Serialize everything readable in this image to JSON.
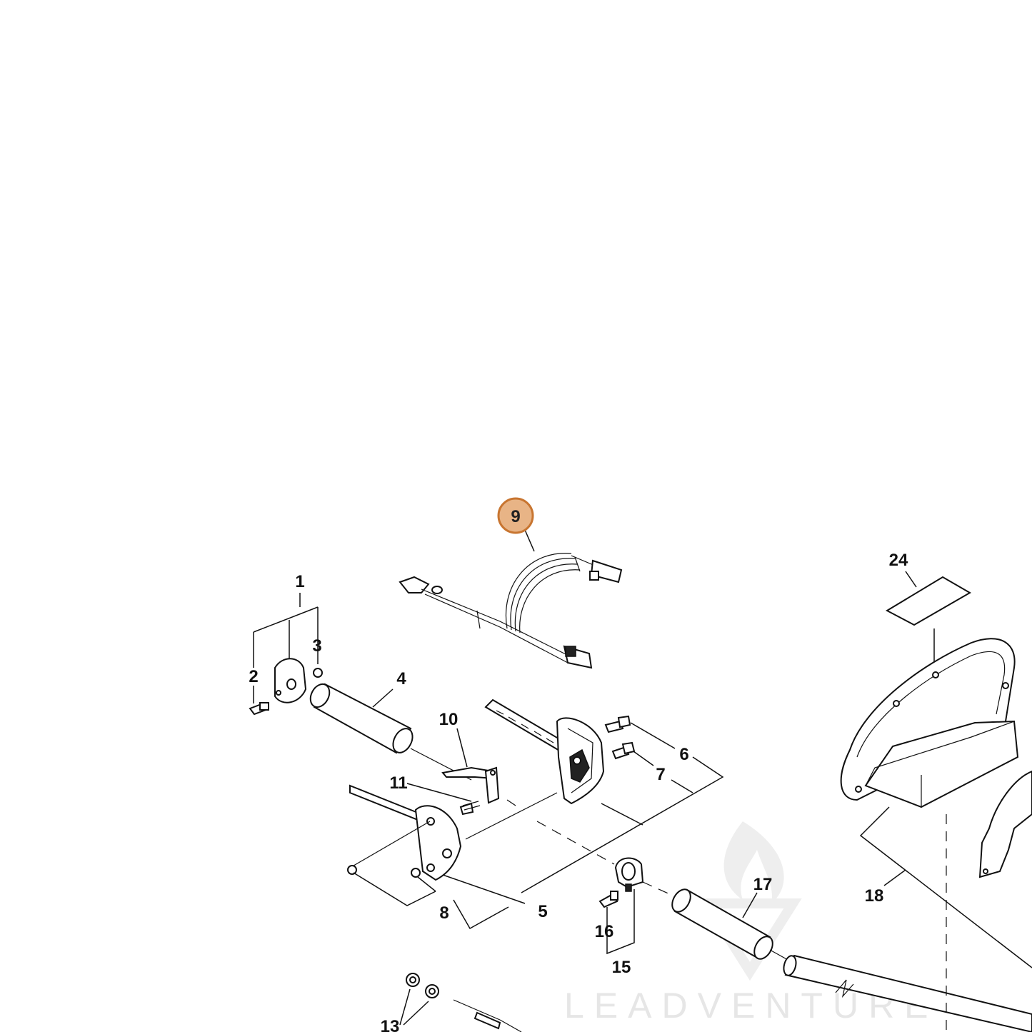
{
  "diagram": {
    "highlight": {
      "label": "9",
      "color": "#e8b486",
      "border": "#c87530"
    },
    "callouts": {
      "p1": "1",
      "p2": "2",
      "p3": "3",
      "p4": "4",
      "p5": "5",
      "p6": "6",
      "p7": "7",
      "p8": "8",
      "p10": "10",
      "p11": "11",
      "p13": "13",
      "p15": "15",
      "p16": "16",
      "p17": "17",
      "p18": "18",
      "p24": "24"
    },
    "watermark": "LEADVENTURE"
  }
}
